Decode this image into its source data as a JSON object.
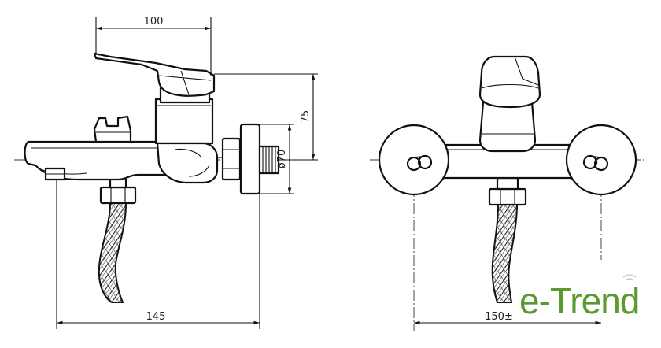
{
  "dimensions": {
    "top_width": "100",
    "height": "75",
    "diameter": "ø70",
    "bottom_left": "145",
    "bottom_right": "150±"
  },
  "brand": {
    "logo_text": "e-Trend",
    "logo_color": "#5a9a2f"
  },
  "colors": {
    "line": "#111111",
    "background": "#ffffff"
  }
}
